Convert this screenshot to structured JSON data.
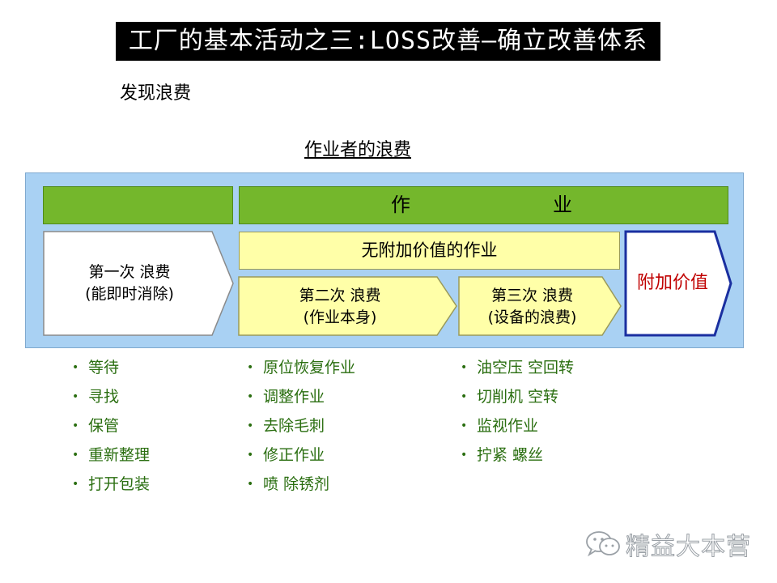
{
  "title": "工厂的基本活动之三:LOSS改善—确立改善体系",
  "subtitle": "发现浪费",
  "panel_title": "作业者的浪费",
  "work_bar": {
    "char1": "作",
    "char2": "业"
  },
  "non_value_added": "无附加价值的作业",
  "first_waste": {
    "line1": "第一次 浪费",
    "line2": "(能即时消除)"
  },
  "second_waste": {
    "line1": "第二次 浪费",
    "line2": "(作业本身)"
  },
  "third_waste": {
    "line1": "第三次 浪费",
    "line2": "(设备的浪费)"
  },
  "value_added": "附加价值",
  "bullets_col1": [
    "等待",
    "寻找",
    "保管",
    "重新整理",
    "打开包装"
  ],
  "bullets_col2": [
    "原位恢复作业",
    "调整作业",
    "去除毛刺",
    "修正作业",
    "喷 除锈剂"
  ],
  "bullets_col3": [
    "油空压 空回转",
    "切削机 空转",
    "监视作业",
    "拧紧 螺丝"
  ],
  "watermark": "精益大本营",
  "colors": {
    "panel": "#a9d1f3",
    "green_bar": "#74b72c",
    "yellow_box": "#ffffa8",
    "value_red": "#c00000",
    "bullet_green": "#2a6e10",
    "value_border": "#1a2fa0"
  }
}
